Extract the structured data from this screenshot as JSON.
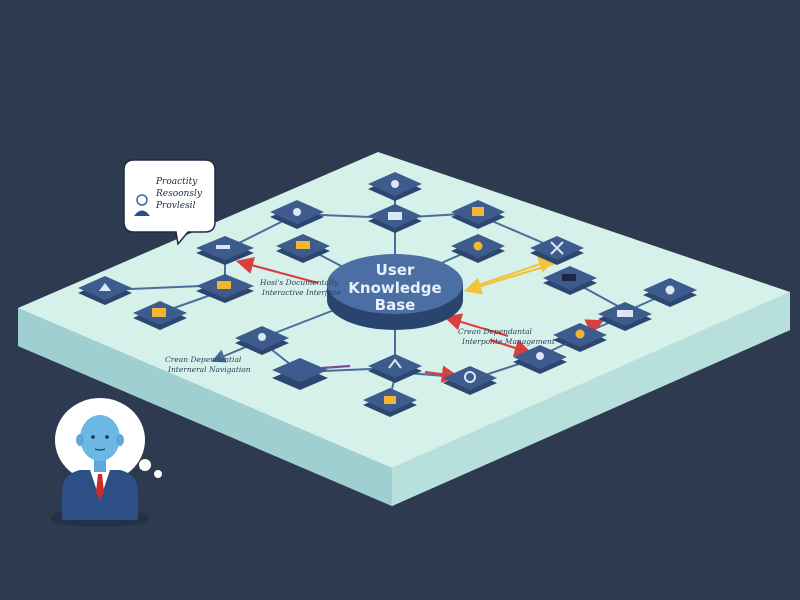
{
  "hub": {
    "line1": "User",
    "line2": "Knowledge",
    "line3": "Base"
  },
  "annotations": {
    "left_label": [
      "Hosi's Documentally",
      "Interactive Interface"
    ],
    "bottom_left_label": [
      "Crean Dependential",
      "Interneral Navigation"
    ],
    "right_label": [
      "Crean Dependantal",
      "Interpolite Management"
    ]
  },
  "speech_bubble": [
    "Proactity",
    "Resoonsly",
    "Provlesil"
  ],
  "colors": {
    "background": "#2e3a50",
    "platform_top": "#d6f1ea",
    "platform_side": "#a9d6d6",
    "node": "#3d5c8d",
    "hub": "#4b6ea3",
    "connector": "#4a6e9b",
    "arrow_red": "#d84040",
    "arrow_yellow": "#f2c43b",
    "arrow_purple": "#7a4c93"
  }
}
